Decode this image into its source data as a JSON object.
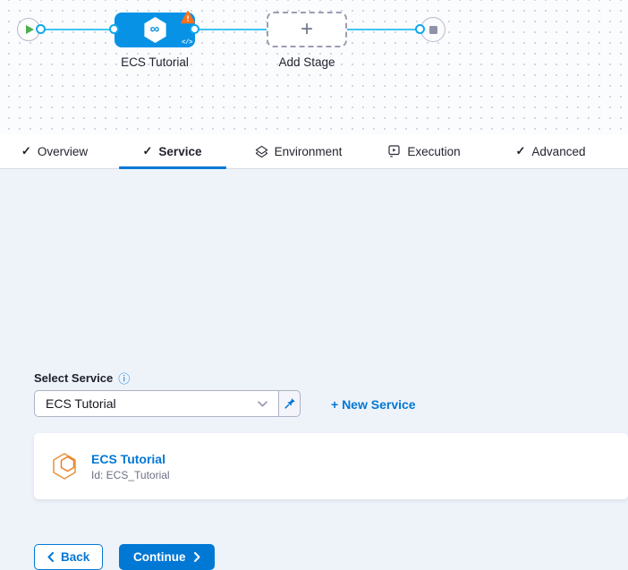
{
  "pipeline_canvas": {
    "stage_label": "ECS Tutorial",
    "add_stage_label": "Add Stage",
    "plus_glyph": "+",
    "infinity_glyph": "∞",
    "code_toggle_glyph": "</>"
  },
  "tabs": {
    "check_glyph": "✓",
    "active": "Service",
    "items": [
      {
        "label": "Overview"
      },
      {
        "label": "Service"
      },
      {
        "label": "Environment"
      },
      {
        "label": "Execution"
      },
      {
        "label": "Advanced"
      }
    ]
  },
  "service_panel": {
    "select_label": "Select Service",
    "info_glyph": "ⓘ",
    "dropdown_value": "ECS Tutorial",
    "new_service_link": "+ New Service",
    "service_card": {
      "name": "ECS Tutorial",
      "id": "Id: ECS_Tutorial"
    }
  },
  "footer": {
    "back": "Back",
    "continue": "Continue"
  },
  "colors": {
    "primary_blue": "#0278d5",
    "node_blue": "#0792e6",
    "connector_blue": "#3fc4f3",
    "warning_orange": "#f8701d",
    "play_green": "#4daf50",
    "service_icon_orange": "#ec7d22"
  }
}
